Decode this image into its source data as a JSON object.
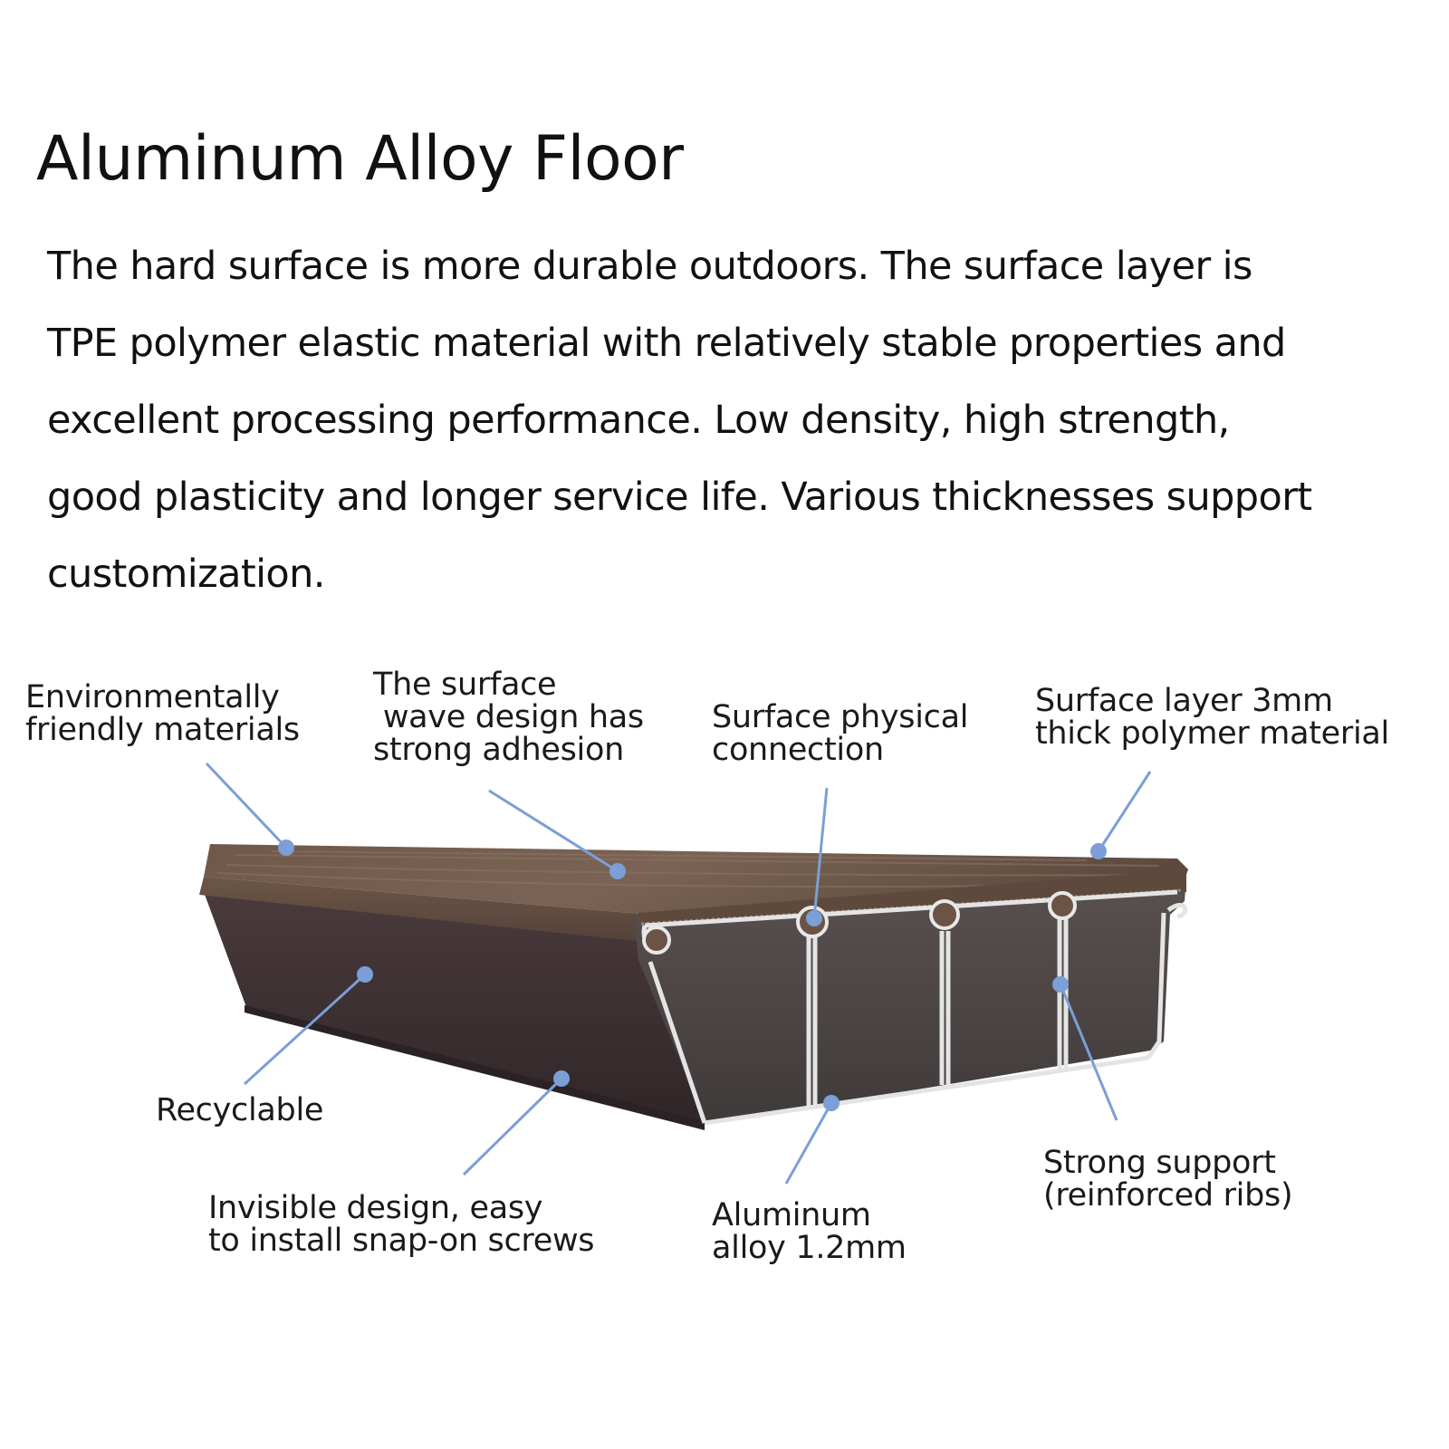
{
  "title": "Aluminum Alloy Floor",
  "description": [
    "The hard surface is more durable outdoors. The surface layer is",
    "TPE polymer elastic material with relatively stable properties and",
    "excellent processing performance. Low density, high strength,",
    "good plasticity and longer service life. Various thicknesses support",
    "customization."
  ],
  "callouts": {
    "eco": [
      "Environmentally",
      "friendly materials"
    ],
    "wave": [
      "The surface",
      " wave design has",
      "strong adhesion"
    ],
    "connection": [
      "Surface physical",
      "connection"
    ],
    "surface_layer": [
      "Surface layer 3mm",
      "thick polymer material"
    ],
    "recyclable": [
      "Recyclable"
    ],
    "invisible": [
      "Invisible design, easy",
      "to install snap-on screws"
    ],
    "aluminum": [
      "Aluminum",
      "alloy 1.2mm"
    ],
    "ribs": [
      "Strong support",
      "(reinforced ribs)"
    ]
  },
  "colors": {
    "leader_line": "#7b9fd6",
    "surface_top": "#6b5446",
    "surface_edge": "#5a4538",
    "side_face": "#3e3134",
    "section_fill": "#4b4443",
    "aluminum_edge": "#e6e6e6"
  }
}
